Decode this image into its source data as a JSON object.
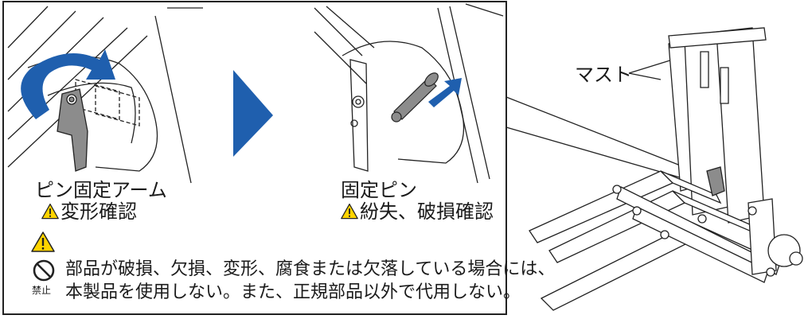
{
  "panel_left": {
    "arm_label": "ピン固定アーム",
    "arm_check": "変形確認",
    "pin_label": "固定ピン",
    "pin_check": "紛失、破損確認"
  },
  "notice": {
    "line1": "部品が破損、欠損、変形、腐食または欠落している場合には、",
    "line2": "本製品を使用しない。また、正規部品以外で代用しない。",
    "prohibit_label": "禁止"
  },
  "product": {
    "mast_label": "マスト"
  },
  "colors": {
    "accent_blue": "#1f5fae",
    "warning_yellow": "#ffd400",
    "line": "#222222",
    "part_gray": "#8c8c8c"
  },
  "icons": [
    "rotate-arrow-icon",
    "next-step-arrow-icon",
    "push-arrow-icon",
    "warning-icon",
    "prohibit-icon"
  ]
}
